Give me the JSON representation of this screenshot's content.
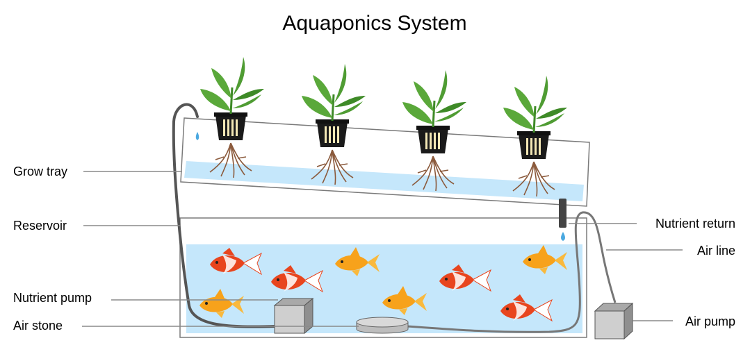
{
  "title": "Aquaponics System",
  "labels": {
    "grow_tray": "Grow tray",
    "reservoir": "Reservoir",
    "nutrient_pump": "Nutrient pump",
    "air_stone": "Air stone",
    "nutrient_return": "Nutrient return",
    "air_line": "Air line",
    "air_pump": "Air pump"
  },
  "colors": {
    "water": "#c5e7fb",
    "leaf": "#5aa83a",
    "leaf_dark": "#3e8a27",
    "pot": "#1a1a1a",
    "root": "#8b5a3c",
    "fish_red": "#e8451e",
    "fish_orange": "#f7a21b",
    "tube": "#555555",
    "pump": "#cfcfcf"
  }
}
